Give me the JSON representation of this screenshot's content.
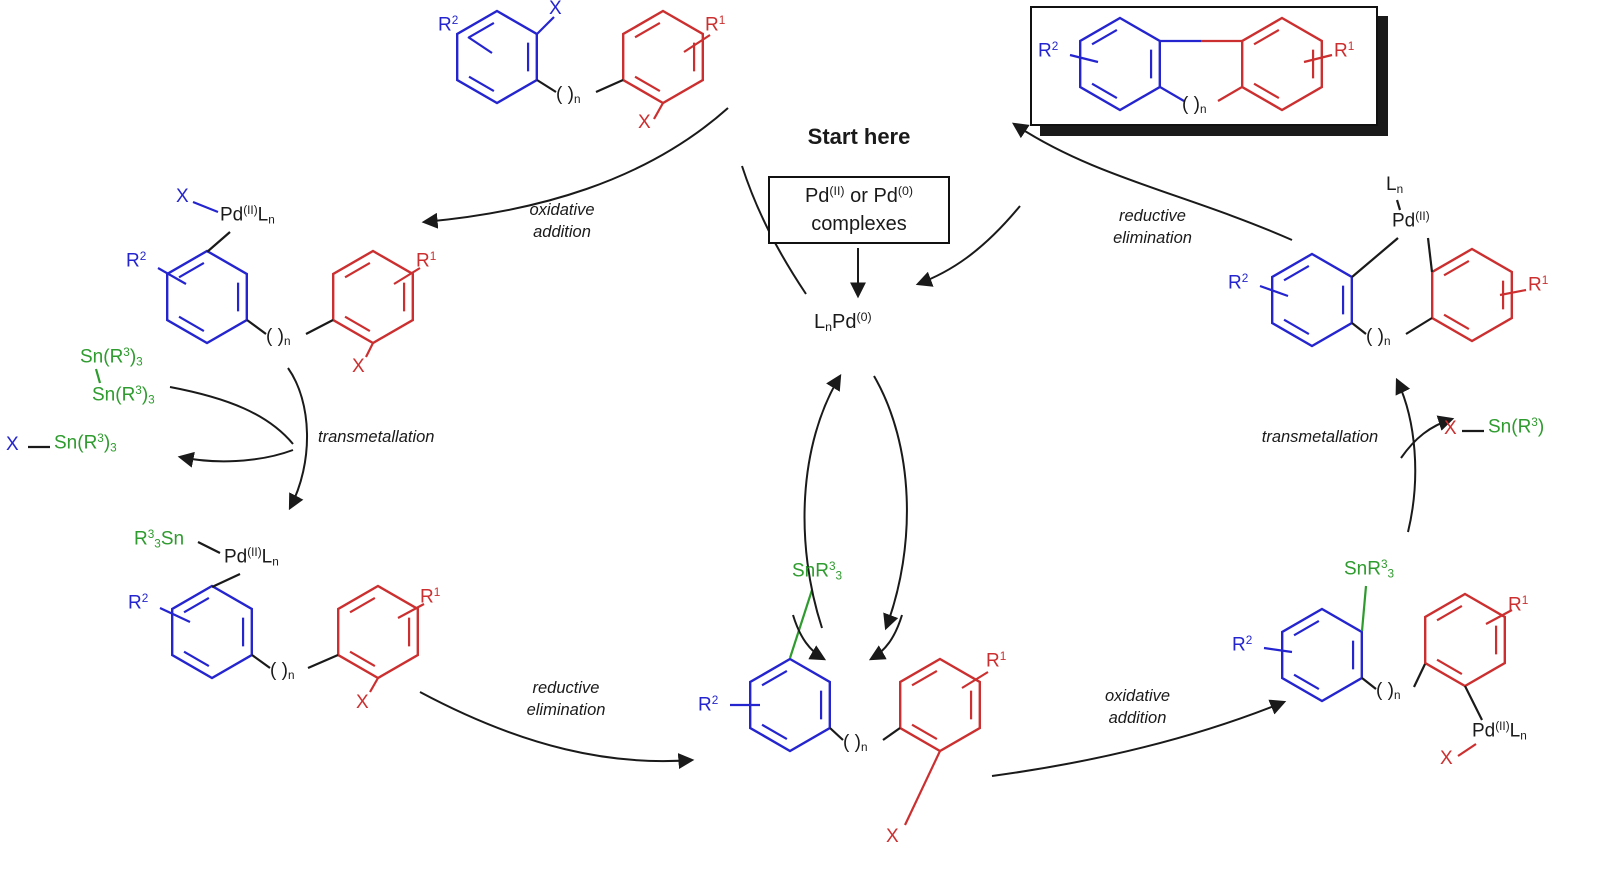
{
  "colors": {
    "blue": "#2525cf",
    "red": "#cc2f2f",
    "green": "#2e9b2e",
    "ink": "#1a1a1a"
  },
  "symbols": {
    "r1": "R^{1}",
    "r2": "R^{2}",
    "x": "X",
    "chain_n": "( )_{n}",
    "pd2_ln": "Pd^{(II)}L_{n}",
    "pd2": "Pd^{(II)}",
    "ln": "L_{n}",
    "ln_pd0": "L_{n}Pd^{(0)}",
    "sn_r3_3": "Sn(R^{3})_{3}",
    "r3_3_sn": "R^{3}_{3}Sn",
    "snr3_3": "SnR^{3}_{3}",
    "sn_r3": "Sn(R^{3})"
  },
  "center": {
    "start_here": "Start here",
    "box_line1": "Pd^{(II)} or Pd^{(0)}",
    "box_line2": "complexes"
  },
  "steps": {
    "oxidative_addition": [
      "oxidative",
      "addition"
    ],
    "reductive_elimination": [
      "reductive",
      "elimination"
    ],
    "transmetallation": "transmetallation"
  }
}
